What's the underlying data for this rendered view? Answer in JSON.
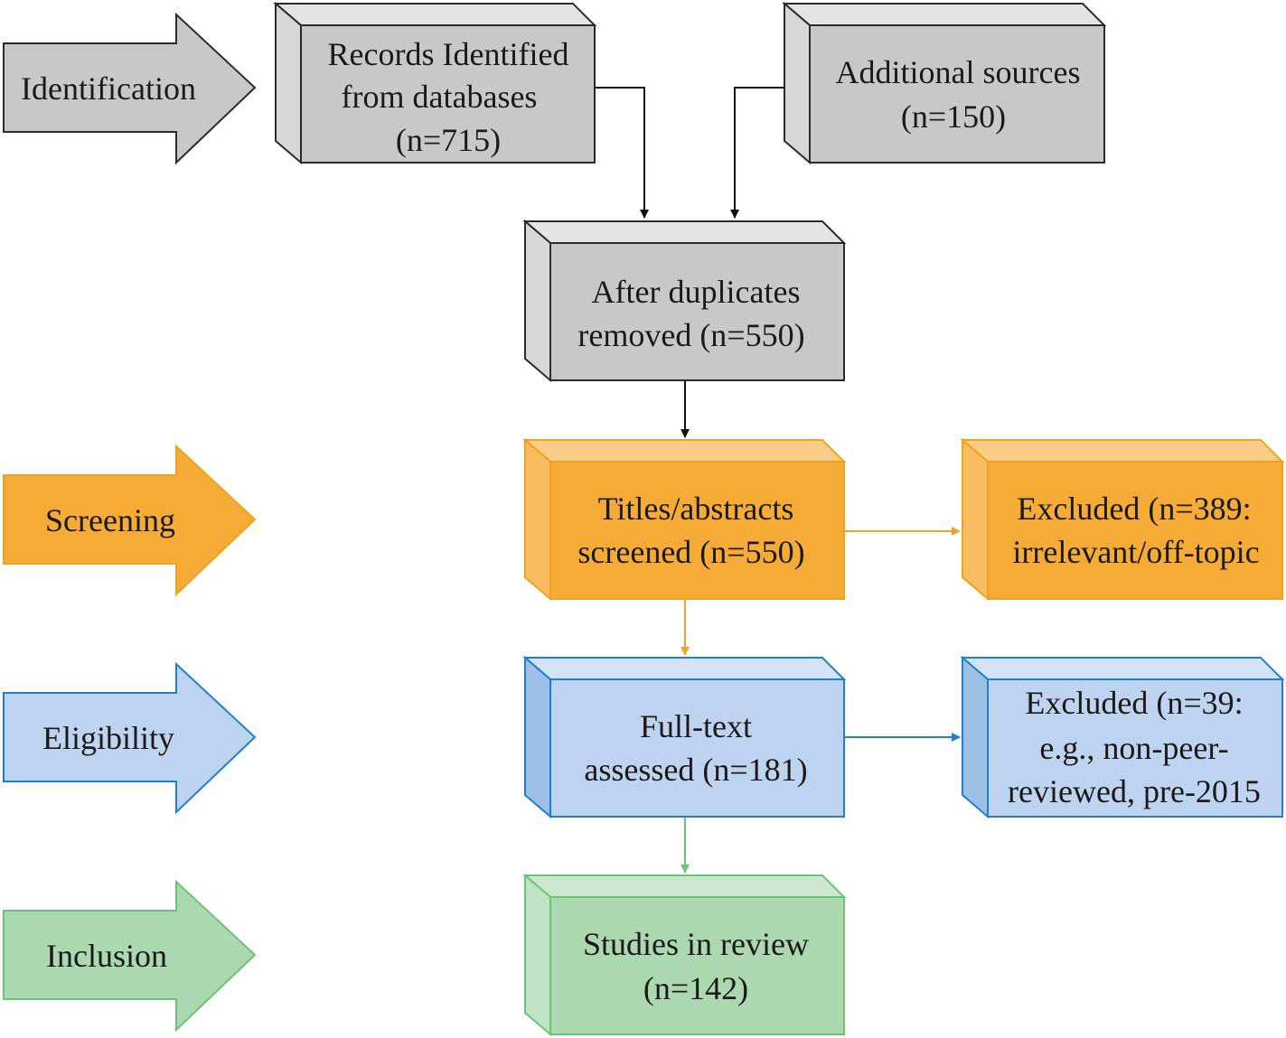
{
  "phases": [
    {
      "id": "identification",
      "label": "Identification",
      "palette": "gray"
    },
    {
      "id": "screening",
      "label": "Screening",
      "palette": "orange"
    },
    {
      "id": "eligibility",
      "label": "Eligibility",
      "palette": "blue"
    },
    {
      "id": "inclusion",
      "label": "Inclusion",
      "palette": "green"
    }
  ],
  "boxes": [
    {
      "id": "records-identified",
      "palette": "gray",
      "lines": [
        "Records Identified",
        "from databases",
        "(n=715)"
      ]
    },
    {
      "id": "additional-sources",
      "palette": "gray",
      "lines": [
        "Additional sources",
        "(n=150)"
      ]
    },
    {
      "id": "after-duplicates",
      "palette": "gray",
      "lines": [
        "After duplicates",
        "removed (n=550)"
      ]
    },
    {
      "id": "titles-screened",
      "palette": "orange",
      "lines": [
        "Titles/abstracts",
        "screened (n=550)"
      ]
    },
    {
      "id": "excluded-screening",
      "palette": "orange",
      "lines": [
        "Excluded (n=389:",
        "irrelevant/off-topic"
      ]
    },
    {
      "id": "full-text-assessed",
      "palette": "blue",
      "lines": [
        "Full-text",
        "assessed (n=181)"
      ]
    },
    {
      "id": "excluded-eligibility",
      "palette": "blue",
      "lines": [
        "Excluded (n=39:",
        "e.g., non-peer-",
        "reviewed, pre-2015"
      ]
    },
    {
      "id": "studies-in-review",
      "palette": "green",
      "lines": [
        "Studies in review",
        "(n=142)"
      ]
    }
  ],
  "connections": [
    {
      "from": "records-identified",
      "to": "after-duplicates"
    },
    {
      "from": "additional-sources",
      "to": "after-duplicates"
    },
    {
      "from": "after-duplicates",
      "to": "titles-screened"
    },
    {
      "from": "titles-screened",
      "to": "excluded-screening"
    },
    {
      "from": "titles-screened",
      "to": "full-text-assessed"
    },
    {
      "from": "full-text-assessed",
      "to": "excluded-eligibility"
    },
    {
      "from": "full-text-assessed",
      "to": "studies-in-review"
    }
  ],
  "palettes": {
    "gray": {
      "front": "#c8c8c8",
      "top": "#e4e4e4",
      "side": "#d7d7d7",
      "stroke": "#2b2b2b",
      "line": "#111111"
    },
    "orange": {
      "front": "#f5ab35",
      "top": "#f9cd86",
      "side": "#f7bd60",
      "stroke": "#f0a21d",
      "line": "#f2a229"
    },
    "blue": {
      "front": "#bed3ef",
      "top": "#d5e3f6",
      "side": "#9fc0e6",
      "stroke": "#1f7fcf",
      "line": "#1f7fcf"
    },
    "green": {
      "front": "#acd8b0",
      "top": "#cbe8ce",
      "side": "#c0e3c4",
      "stroke": "#6cc279",
      "line": "#6cc279"
    }
  }
}
